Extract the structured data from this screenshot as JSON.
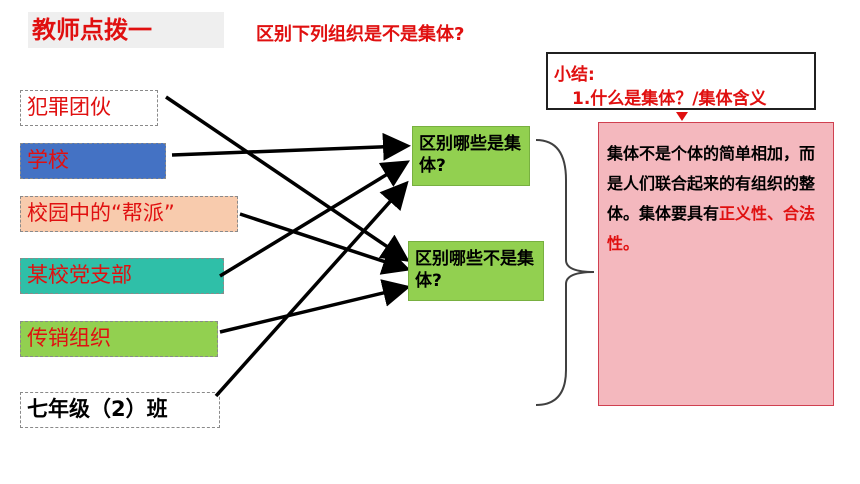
{
  "header": {
    "badge": "教师点拨一",
    "question": "区别下列组织是不是集体?"
  },
  "items": [
    {
      "label": "犯罪团伙",
      "bg": "#ffffff",
      "color": "#e01010"
    },
    {
      "label": "学校",
      "bg": "#4472c4",
      "color": "#e01010"
    },
    {
      "label": "校园中的“帮派”",
      "bg": "#f8cbad",
      "color": "#e01010"
    },
    {
      "label": "某校党支部",
      "bg": "#2fbfa8",
      "color": "#e01010"
    },
    {
      "label": "传销组织",
      "bg": "#92d050",
      "color": "#e01010"
    },
    {
      "label": "七年级（2）班",
      "bg": "#ffffff",
      "color": "#000000"
    }
  ],
  "categories": {
    "collective": "区别哪些是集体?",
    "not_collective": "区别哪些不是集体?"
  },
  "summary": {
    "label": "小结:",
    "subtitle": "1.什么是集体？/集体含义"
  },
  "definition": {
    "text": "集体不是个体的简单相加，而是人们联合起来的有组织的整体。集体要具有",
    "highlight": "正义性、合法性。"
  },
  "colors": {
    "accent": "#e01010",
    "category_bg": "#92d050",
    "definition_bg": "#f4b8be"
  }
}
